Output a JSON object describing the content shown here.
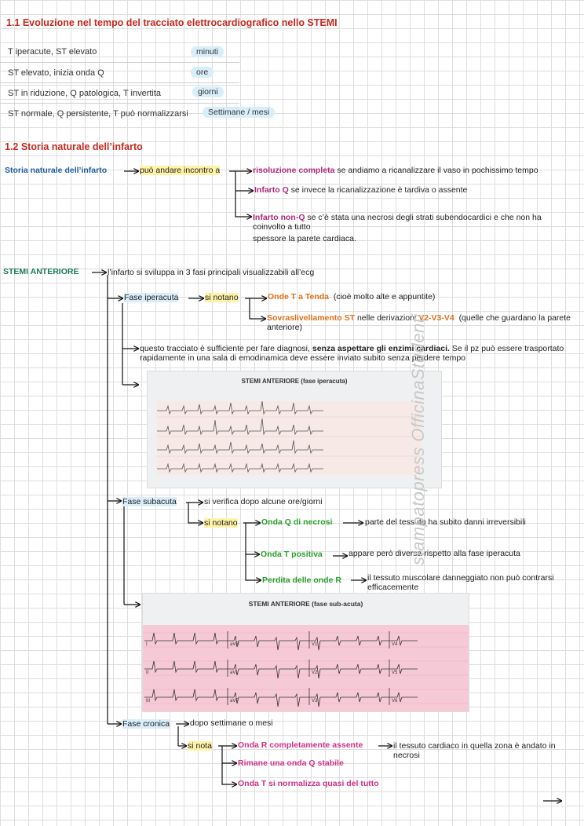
{
  "section1": {
    "title": "1.1 Evoluzione nel tempo del tracciato elettrocardiografico nello STEMI",
    "rows": [
      {
        "desc": "T iperacute, ST elevato",
        "time": "minuti"
      },
      {
        "desc": "ST elevato, inizia onda Q",
        "time": "ore"
      },
      {
        "desc": "ST in riduzione, Q patologica, T invertita",
        "time": "giorni"
      },
      {
        "desc": "ST normale, Q persistente, T può normalizzarsi",
        "time": "Settimane / mesi"
      }
    ]
  },
  "section2": {
    "title": "1.2 Storia naturale dell’infarto",
    "root": "Storia naturale dell’infarto",
    "connector": "può andare incontro a",
    "b1_label": "risoluzione completa",
    "b1_text": "se andiamo a ricanalizzare il vaso in pochissimo tempo",
    "b2_label": "Infarto Q",
    "b2_text": "se invece la ricanalizzazione è tardiva o assente",
    "b3_label": "Infarto non-Q",
    "b3_text1": "se c’è stata una necrosi degli strati subendocardici e che non ha coinvolto a tutto",
    "b3_text2": "spessore la parete cardiaca."
  },
  "stemi": {
    "root": "STEMI ANTERIORE",
    "intro": "l’infarto si sviluppa in 3 fasi principali visualizzabili all’ecg",
    "fase1": {
      "label": "Fase iperacuta",
      "connector": "si notano",
      "item1_label": "Onde T a Tenda",
      "item1_text": "(cioè molto alte e appuntite)",
      "item2_label": "Sovraslivellamento ST",
      "item2_text1": "nelle derivazioni",
      "item2_leads": "V2-V3-V4",
      "item2_text2": "(quelle che guardano la parete anteriore)",
      "note_a": "questo tracciato è sufficiente per fare diagnosi,",
      "note_bold": "senza aspettare gli enzimi cardiaci.",
      "note_b": "Se il pz può essere trasportato rapidamente in una sala di emodinamica deve essere inviato subito senza perdere tempo",
      "ecg_title": "STEMI ANTERIORE (fase iperacuta)"
    },
    "fase2": {
      "label": "Fase subacuta",
      "text": "si verifica dopo alcune ore/giorni",
      "connector": "si notano",
      "item1_label": "Onda Q di necrosi",
      "item1_text": "parte del tessuto ha subito danni irreversibili",
      "item2_label": "Onda T positiva",
      "item2_text": "appare però diversa rispetto alla fase iperacuta",
      "item3_label": "Perdita delle onde R",
      "item3_text": "il tessuto muscolare danneggiato non può contrarsi efficacemente",
      "ecg_title": "STEMI ANTERIORE (fase sub-acuta)",
      "leads": [
        "I",
        "aVR",
        "V1",
        "V4",
        "II",
        "aVL",
        "V2",
        "V5",
        "III",
        "aVF",
        "V3",
        "V6"
      ]
    },
    "fase3": {
      "label": "Fase cronica",
      "text": "dopo settimane o mesi",
      "connector": "si nota",
      "item1_label": "Onda R completamente assente",
      "item1_text": "il tessuto cardiaco in quella zona è andato in necrosi",
      "item2_label": "Rimane una onda Q stabile",
      "item3_label": "Onda T si normalizza quasi del tutto"
    }
  },
  "watermark": "stampatopress OfficinaStudenti",
  "colors": {
    "red": "#c8281e",
    "blue": "#1f5f9e",
    "magenta": "#b0287a",
    "orange": "#e0701c",
    "green": "#2aa02a",
    "pink": "#d0308a"
  }
}
